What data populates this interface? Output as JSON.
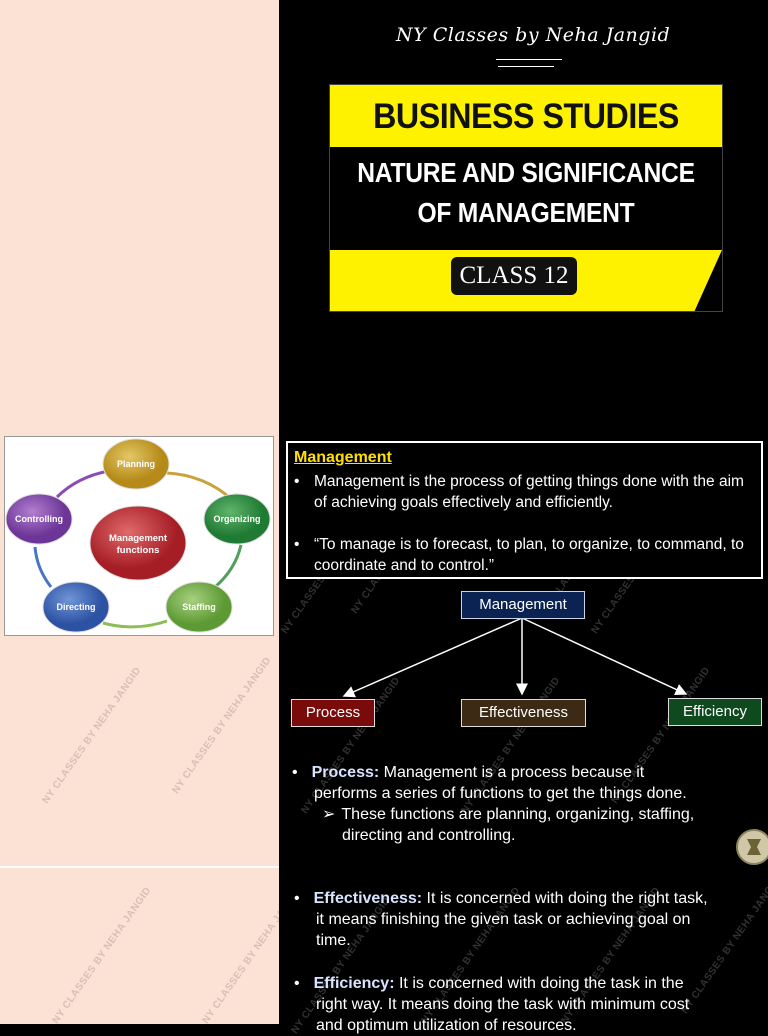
{
  "header": {
    "handwriting": "NY Classes by Neha Jangid"
  },
  "banner": {
    "title": "BUSINESS STUDIES",
    "subtitle_line1": "NATURE AND SIGNIFICANCE",
    "subtitle_line2": "OF MANAGEMENT",
    "class_label": "CLASS 12"
  },
  "cycle_diagram": {
    "center": "Management functions",
    "nodes": [
      "Planning",
      "Organizing",
      "Staffing",
      "Directing",
      "Controlling"
    ]
  },
  "definition": {
    "title": "Management",
    "bullets": [
      "Management is the process of getting things done with the aim of achieving goals effectively and efficiently.",
      "“To manage is to forecast, to plan, to organize, to command, to coordinate and to control.”"
    ]
  },
  "flow": {
    "root": "Management",
    "children": [
      "Process",
      "Effectiveness",
      "Efficiency"
    ]
  },
  "points": {
    "process_label": "Process:",
    "process_text_l1": " Management is a process because it",
    "process_text_l2": "performs a series of functions to get the things done.",
    "process_sub_l1": "These functions are planning, organizing, staffing,",
    "process_sub_l2": "directing and controlling.",
    "effectiveness_label": "Effectiveness:",
    "effectiveness_l1": " It is concerned with doing the right task,",
    "effectiveness_l2": "it  means finishing the given task or achieving goal on",
    "effectiveness_l3": "time.",
    "efficiency_label": "Efficiency:",
    "efficiency_l1": " It is concerned with doing the task in the",
    "efficiency_l2": "right way. It means doing the task with minimum cost",
    "efficiency_l3": "and optimum utilization of resources."
  },
  "watermark": "NY CLASSES BY NEHA JANGID",
  "colors": {
    "banner_yellow": "#fff200",
    "left_panel": "#fbe2d5",
    "title_yellow": "#ffe000",
    "process_box": "#7a0b0b",
    "effectiveness_box": "#3d2a14",
    "efficiency_box": "#0f4a1e",
    "root_box": "#0b2352"
  }
}
